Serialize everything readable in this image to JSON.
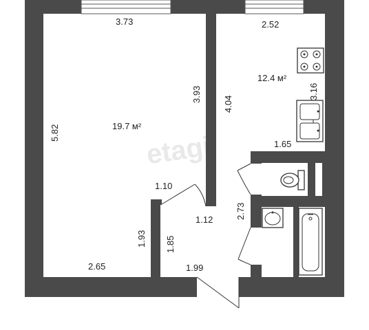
{
  "watermark": "etagi",
  "rooms": {
    "living": {
      "area": "19.7 м²"
    },
    "kitchen": {
      "area": "12.4 м²"
    }
  },
  "dimensions": {
    "living_top": "3.73",
    "living_left": "5.82",
    "living_right": "3.93",
    "living_bottom": "2.65",
    "living_door": "1.10",
    "living_bottom_left": "1.93",
    "kitchen_top": "2.52",
    "kitchen_right": "3.16",
    "kitchen_left": "4.04",
    "kitchen_bottom": "1.65",
    "hall_vertical": "1.85",
    "hall_width": "1.12",
    "hall_bottom": "1.99",
    "bath_height": "2.73"
  }
}
